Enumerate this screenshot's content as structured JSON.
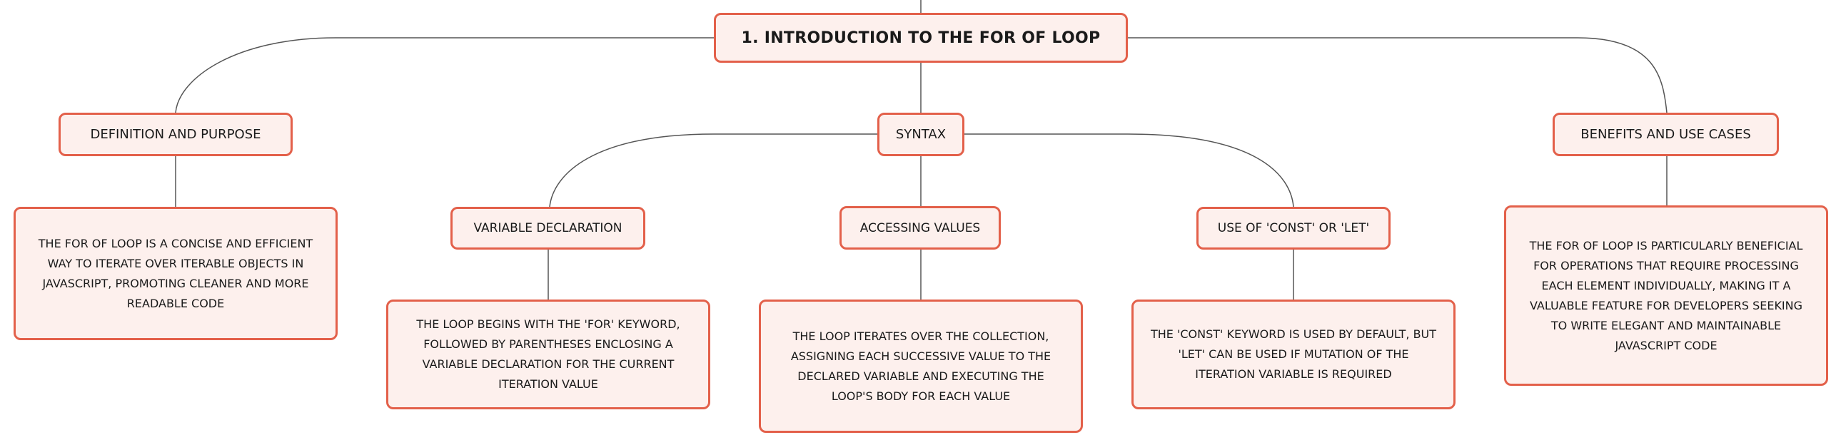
{
  "mindmap": {
    "root": {
      "title": "1. INTRODUCTION TO THE FOR OF LOOP"
    },
    "branches": [
      {
        "label": "DEFINITION AND PURPOSE",
        "detail": "THE FOR OF LOOP IS A CONCISE AND EFFICIENT WAY TO ITERATE OVER ITERABLE OBJECTS IN JAVASCRIPT, PROMOTING CLEANER AND MORE READABLE CODE"
      },
      {
        "label": "SYNTAX",
        "children": [
          {
            "label": "VARIABLE DECLARATION",
            "detail": "THE LOOP BEGINS WITH THE 'FOR' KEYWORD, FOLLOWED BY PARENTHESES ENCLOSING A VARIABLE DECLARATION FOR THE CURRENT ITERATION VALUE"
          },
          {
            "label": "ACCESSING VALUES",
            "detail": "THE LOOP ITERATES OVER THE COLLECTION, ASSIGNING EACH SUCCESSIVE VALUE TO THE DECLARED VARIABLE AND EXECUTING THE LOOP'S BODY FOR EACH VALUE"
          },
          {
            "label": "USE OF 'CONST' OR 'LET'",
            "detail": "THE 'CONST' KEYWORD IS USED BY DEFAULT, BUT 'LET' CAN BE USED IF MUTATION OF THE ITERATION VARIABLE IS REQUIRED"
          }
        ]
      },
      {
        "label": "BENEFITS AND USE CASES",
        "detail": "THE FOR OF LOOP IS PARTICULARLY BENEFICIAL FOR OPERATIONS THAT REQUIRE PROCESSING EACH ELEMENT INDIVIDUALLY, MAKING IT A VALUABLE FEATURE FOR DEVELOPERS SEEKING TO WRITE ELEGANT AND MAINTAINABLE JAVASCRIPT CODE"
      }
    ]
  },
  "colors": {
    "node_border": "#e3604a",
    "node_fill": "#fdf0ed",
    "connector": "#555555"
  }
}
